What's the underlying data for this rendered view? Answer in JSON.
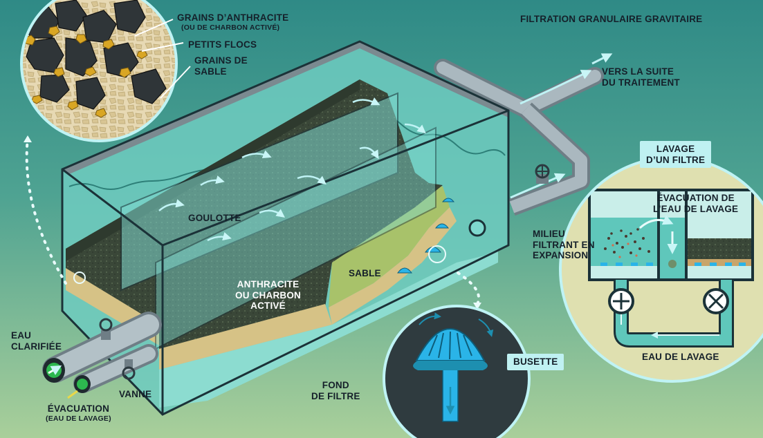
{
  "title": "FILTRATION GRANULAIRE GRAVITAIRE",
  "zoom_inset": {
    "anthracite_line1": "GRAINS D’ANTHRACITE",
    "anthracite_line2": "(OU DE CHARBON ACTIVÉ)",
    "flocs": "PETITS FLOCS",
    "sable_line1": "GRAINS DE",
    "sable_line2": "SABLE"
  },
  "outlet": {
    "line1": "VERS LA SUITE",
    "line2": "DU TRAITEMENT"
  },
  "tank": {
    "goulotte": "GOULOTTE",
    "anthracite_line1": "ANTHRACITE",
    "anthracite_line2": "OU CHARBON",
    "anthracite_line3": "ACTIVÉ",
    "sable": "SABLE",
    "fond_line1": "FOND",
    "fond_line2": "DE FILTRE"
  },
  "pipes": {
    "eau_line1": "EAU",
    "eau_line2": "CLARIFIÉE",
    "vanne": "VANNE",
    "evac_line1": "ÉVACUATION",
    "evac_line2": "(EAU DE LAVAGE)"
  },
  "busette": {
    "label": "BUSETTE"
  },
  "lavage": {
    "title_line1": "LAVAGE",
    "title_line2": "D’UN FILTRE",
    "evac_line1": "ÉVACUATION DE",
    "evac_line2": "L’EAU DE LAVAGE",
    "milieu_line1": "MILIEU",
    "milieu_line2": "FILTRANT EN",
    "milieu_line3": "EXPANSION",
    "eau": "EAU DE LAVAGE"
  },
  "colors": {
    "water": "#7fd9cf",
    "anthracite": "#3d4a3c",
    "sand": "#c8b87a",
    "media_green": "#a8c26a",
    "nozzle": "#2ab4e8",
    "arrow": "#bff3f5"
  }
}
